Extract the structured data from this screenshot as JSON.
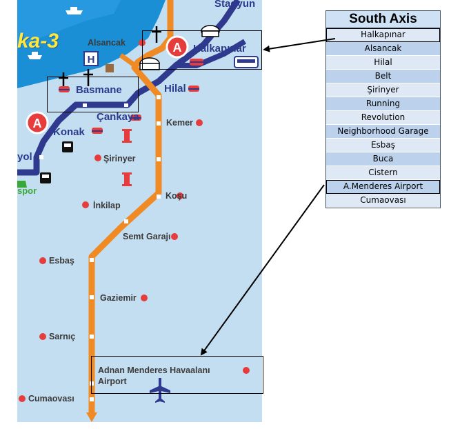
{
  "table": {
    "header": "South Axis",
    "stations": [
      "Halkapınar",
      "Alsancak",
      "Hilal",
      "Belt",
      "Şirinyer",
      "Running",
      "Revolution",
      "Neighborhood Garage",
      "Esbaş",
      "Buca",
      "Cistern",
      "A.Menderes Airport",
      "Cumaovası"
    ]
  },
  "map": {
    "labels": {
      "stadyum": "Stadyun",
      "alsancak": "Alsancak",
      "halkapinar": "Halkapınar",
      "basmane": "Basmane",
      "hilal": "Hilal",
      "cankaya": "Çankaya",
      "konak": "Konak",
      "kemer": "Kemer",
      "sirinyer": "Şirinyer",
      "yol": "yol",
      "spor": "spor",
      "kosu": "Koşu",
      "inkilap": "İnkilap",
      "semt_garaji": "Semt Garajı",
      "esbas": "Esbaş",
      "gaziemir": "Gaziemir",
      "sarnic": "Sarnıç",
      "airport_tr": "Adnan Menderes Havaalanı",
      "airport_en": "Airport",
      "cumaovasi": "Cumaovası",
      "ka3": "ka-3",
      "hospital_letter": "H",
      "metro_letter": "A"
    },
    "icons": [
      "metro-a-icon",
      "hospital-icon",
      "cross-icon",
      "stadium-icon",
      "train-icon",
      "bus-icon",
      "column-icon",
      "airplane-icon",
      "ship-icon"
    ],
    "colors": {
      "water": "#c4def1",
      "sea": "#1a8fd6",
      "orange_line": "#f08a24",
      "blue_line": "#2f3a8f",
      "metro_red": "#e63c3c"
    }
  }
}
